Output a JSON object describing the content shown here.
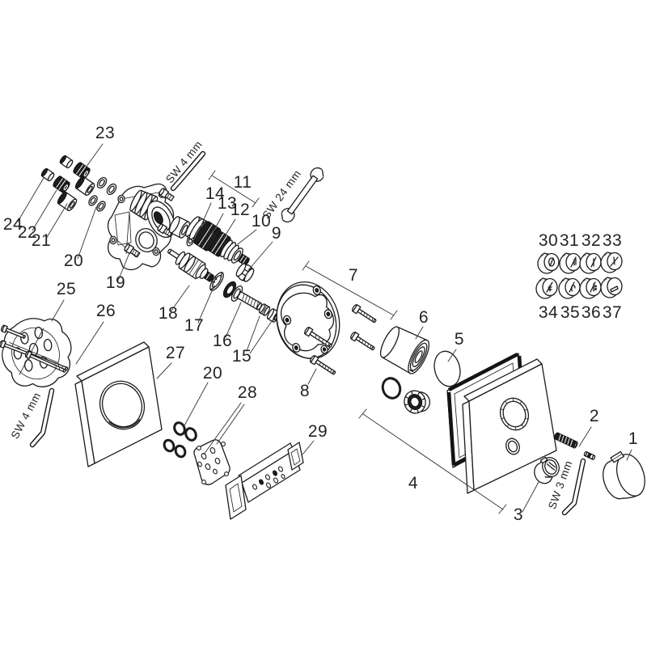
{
  "diagram_type": "exploded-parts-diagram",
  "parts": {
    "p1": "1",
    "p2": "2",
    "p3": "3",
    "p4": "4",
    "p5": "5",
    "p6": "6",
    "p7": "7",
    "p8": "8",
    "p9": "9",
    "p10": "10",
    "p11": "11",
    "p12": "12",
    "p13": "13",
    "p14": "14",
    "p15": "15",
    "p16": "16",
    "p17": "17",
    "p18": "18",
    "p19": "19",
    "p20": "20",
    "p21": "21",
    "p22": "22",
    "p23": "23",
    "p24": "24",
    "p25": "25",
    "p26": "26",
    "p27": "27",
    "p28": "28",
    "p29": "29"
  },
  "buttons": {
    "row1": [
      "30",
      "31",
      "32",
      "33"
    ],
    "row2": [
      "34",
      "35",
      "36",
      "37"
    ]
  },
  "tools": {
    "allen_top": "SW 4 mm",
    "allen_left": "SW 4 mm",
    "wrench": "SW 24 mm",
    "allen_small": "SW 3 mm"
  },
  "colors": {
    "line": "#1b1b1b",
    "fill_dark": "#1e1e1e",
    "background": "#ffffff"
  }
}
